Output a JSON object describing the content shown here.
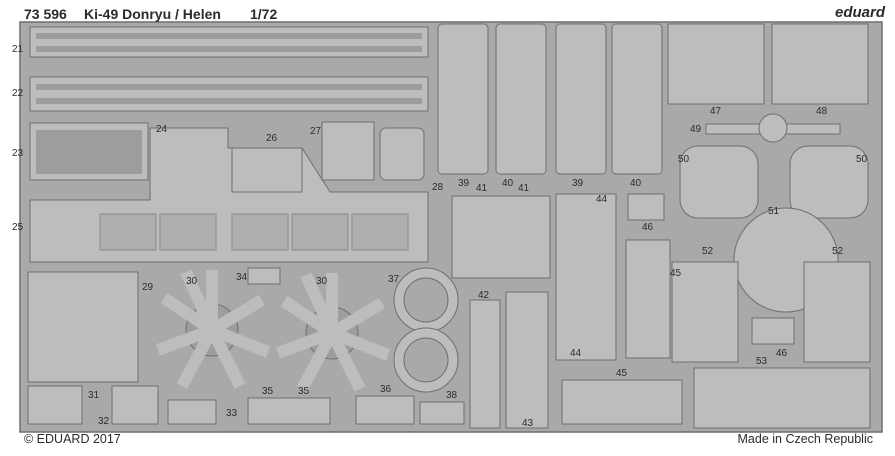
{
  "header": {
    "catalog": "73 596",
    "title": "Ki-49 Donryu / Helen",
    "scale": "1/72",
    "brand": "eduard"
  },
  "footer": {
    "copyright": "© EDUARD 2017",
    "origin": "Made in Czech Republic"
  },
  "colors": {
    "fret": "#a9a9ab",
    "edge": "#6f6f72",
    "part": "#bdbdbf",
    "hole": "#ffffff"
  },
  "part_numbers": [
    "21",
    "22",
    "23",
    "24",
    "25",
    "26",
    "27",
    "28",
    "29",
    "30",
    "30",
    "31",
    "32",
    "33",
    "34",
    "35",
    "35",
    "36",
    "37",
    "38",
    "39",
    "39",
    "40",
    "40",
    "41",
    "41",
    "42",
    "43",
    "44",
    "44",
    "45",
    "45",
    "46",
    "46",
    "47",
    "48",
    "49",
    "50",
    "50",
    "51",
    "52",
    "52",
    "53"
  ]
}
